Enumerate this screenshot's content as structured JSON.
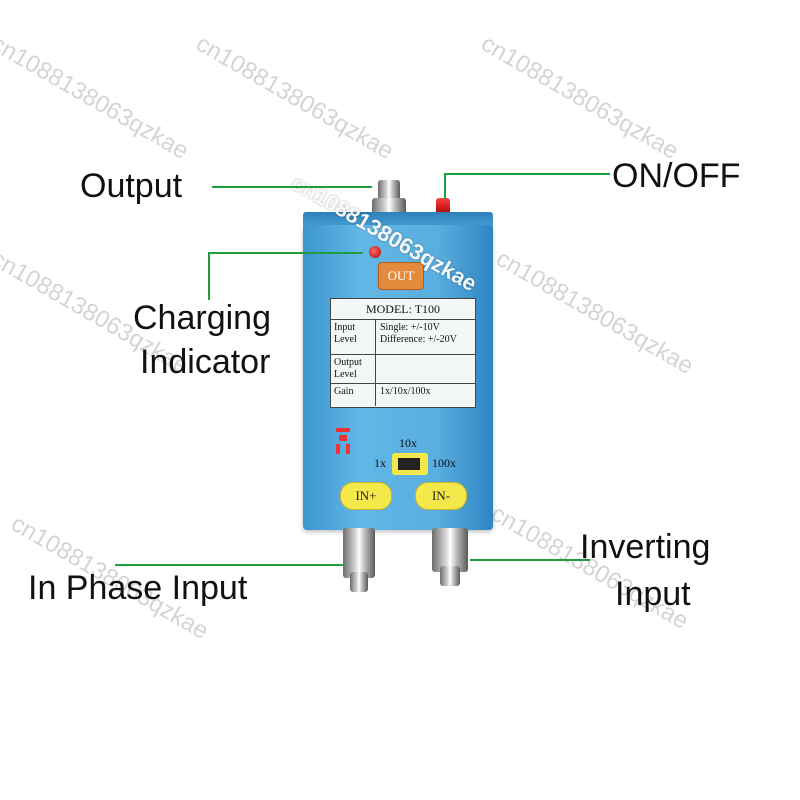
{
  "callouts": {
    "output": "Output",
    "on_off": "ON/OFF",
    "charging_line1": "Charging",
    "charging_line2": "Indicator",
    "in_phase": "In Phase Input",
    "inverting_line1": "Inverting",
    "inverting_line2": "Input"
  },
  "device": {
    "out_button": "OUT",
    "model": "MODEL: T100",
    "spec_rows": [
      {
        "key": "Input Level",
        "value": "Single: +/-10V  Difference: +/-20V"
      },
      {
        "key": "Output Level",
        "value": ""
      },
      {
        "key": "Gain",
        "value": "1x/10x/100x"
      }
    ],
    "gain_10x": "10x",
    "gain_1x": "1x",
    "gain_100x": "100x",
    "in_plus": "IN+",
    "in_minus": "IN-"
  },
  "watermark": "cn1088138063qzkae",
  "colors": {
    "leader_line": "#1f9e3e",
    "device_body": "#5aaee0",
    "out_button": "#e48a3c",
    "input_buttons": "#f5e84a"
  }
}
